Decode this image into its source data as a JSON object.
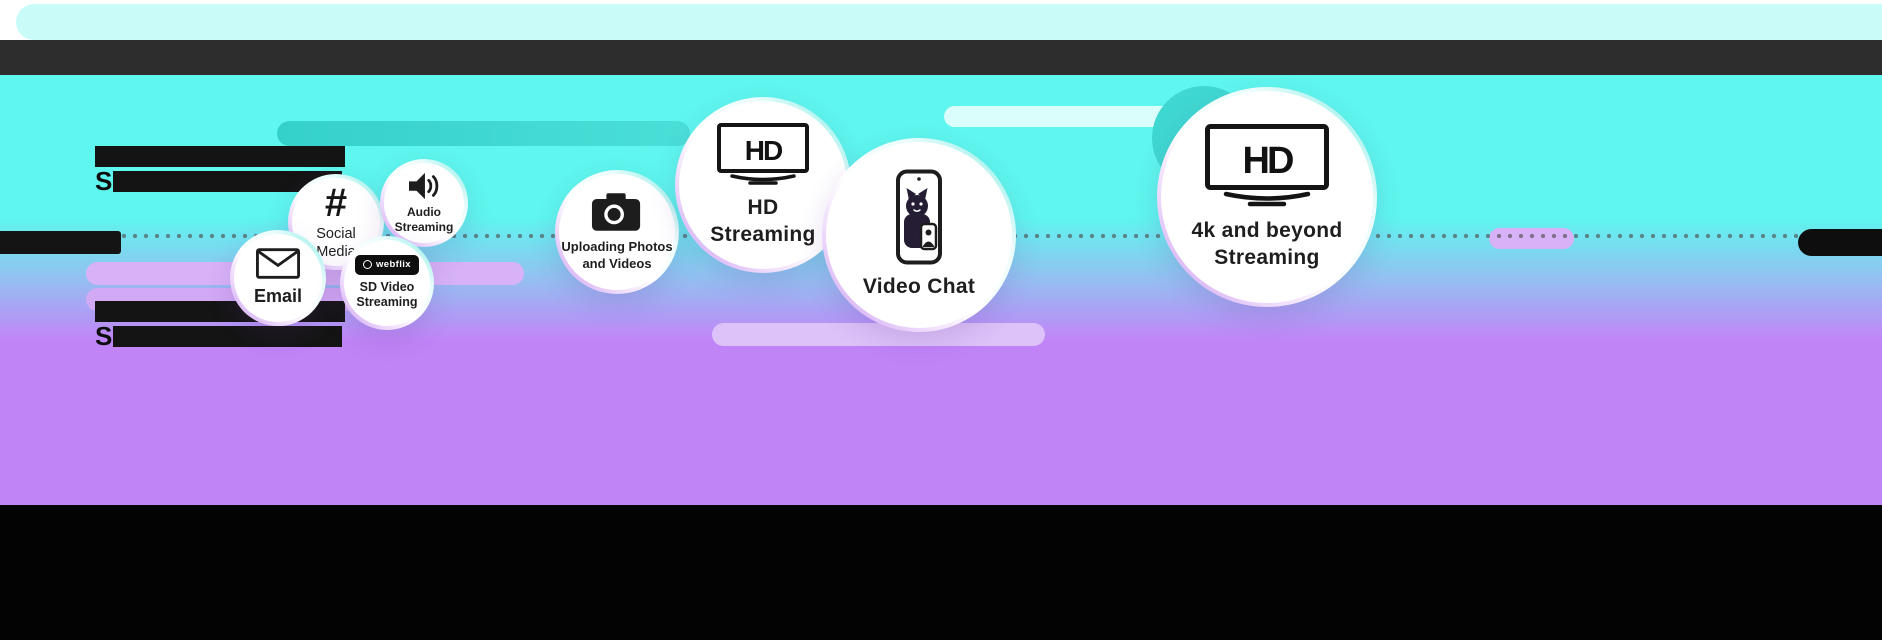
{
  "infographic": {
    "timeline": {
      "redacted_heading_letter_1": "S",
      "redacted_heading_letter_2": "S"
    },
    "bubbles": {
      "email": {
        "label": "Email"
      },
      "social_media": {
        "hash_glyph": "#",
        "label_line1": "Social",
        "label_line2": "Media"
      },
      "audio_streaming": {
        "label_line1": "Audio",
        "label_line2": "Streaming"
      },
      "sd_video": {
        "brand": "webflix",
        "label_line1": "SD Video",
        "label_line2": "Streaming"
      },
      "uploading": {
        "label_line1": "Uploading Photos",
        "label_line2": "and Videos"
      },
      "hd_streaming": {
        "icon_text": "HD",
        "label_line1": "HD",
        "label_line2": "Streaming"
      },
      "video_chat": {
        "label": "Video Chat"
      },
      "uhd_streaming": {
        "icon_text": "HD",
        "label_line1": "4k and beyond",
        "label_line2": "Streaming"
      }
    },
    "colors": {
      "cyan_background": "#5ef6ee",
      "purple_background": "#c184f7",
      "top_strip": "#c9fbf8",
      "dark_bar": "#2d2d2d",
      "bottom_band": "#030303",
      "teal_pill": "#3ad5ce",
      "lavender_pill": "#d7b2f7",
      "light_pill": "#edfffe",
      "text": "#1e1e1e"
    }
  }
}
